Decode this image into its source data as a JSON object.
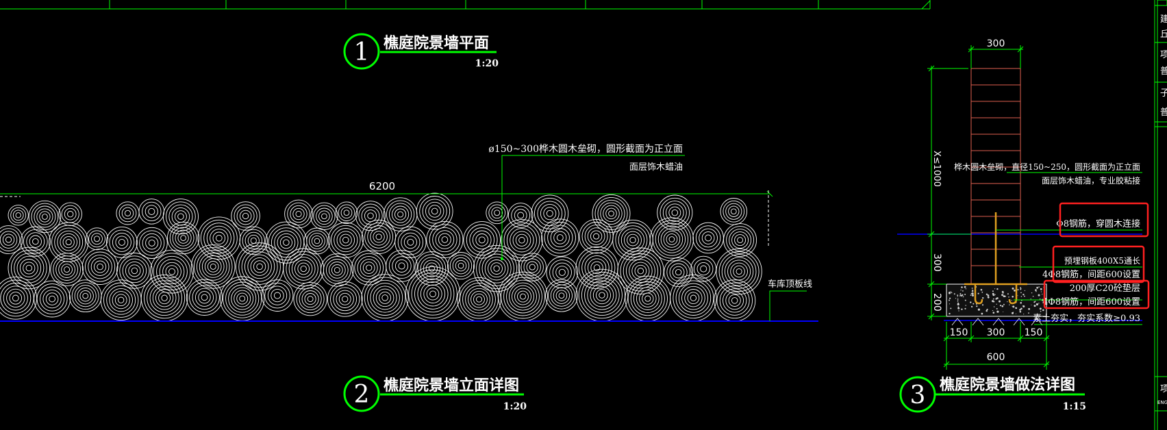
{
  "colors": {
    "background": "#000000",
    "frame": "#00ff00",
    "white": "#ffffff",
    "ground_line": "#0000ff",
    "highlight_box": "#ff2020",
    "wood_grid": "#e06050",
    "steel": "#e0a020",
    "side_panel_red": "#ff3030"
  },
  "view1": {
    "number": "1",
    "title": "樵庭院景墙平面",
    "scale": "1:20"
  },
  "view2": {
    "number": "2",
    "title": "樵庭院景墙立面详图",
    "scale": "1:20",
    "dimension": "6200",
    "note_line1": "ø150~300桦木圆木垒砌，圆形截面为正立面",
    "note_line2": "面层饰木蜡油",
    "garage_label": "车库顶板线"
  },
  "view3": {
    "number": "3",
    "title": "樵庭院景墙做法详图",
    "scale": "1:15",
    "dim_top": "300",
    "dim_height": "X≤1000",
    "dim_300": "300",
    "dim_200": "200",
    "dim_150_left": "150",
    "dim_300_bottom": "300",
    "dim_150_right": "150",
    "dim_600": "600",
    "note1_line1": "桦木圆木垒砌，直径150~250，圆形截面为正立面",
    "note1_line2": "面层饰木蜡油，专业胶粘接",
    "note2": "Φ8钢筋，穿圆木连接",
    "note3_line1": "预埋钢板400X5通长",
    "note3_line2": "4Φ8钢筋，间距600设置",
    "note4_line1": "200厚C20砼垫层",
    "note4_line2": "4Φ8钢筋，间距600设置",
    "note5": "素土夯实，夯实系数≥0.93"
  },
  "side_panel": {
    "items": [
      "建",
      "丘",
      "项",
      "普",
      "子",
      "普",
      "项",
      "ENG"
    ]
  }
}
